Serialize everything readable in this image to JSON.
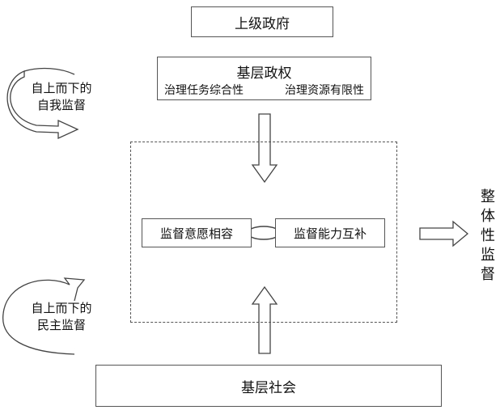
{
  "upper_government": "上级政府",
  "grassroots_regime": {
    "title": "基层政权",
    "left_note": "治理任务综合性",
    "right_note": "治理资源有限性"
  },
  "top_feedback": [
    "自上而下的",
    "自我监督"
  ],
  "inner_left": "监督意愿相容",
  "inner_right": "监督能力互补",
  "output_label": [
    "整",
    "体",
    "性",
    "监",
    "督"
  ],
  "bottom_feedback": [
    "自上而下的",
    "民主监督"
  ],
  "grassroots_society": "基层社会"
}
